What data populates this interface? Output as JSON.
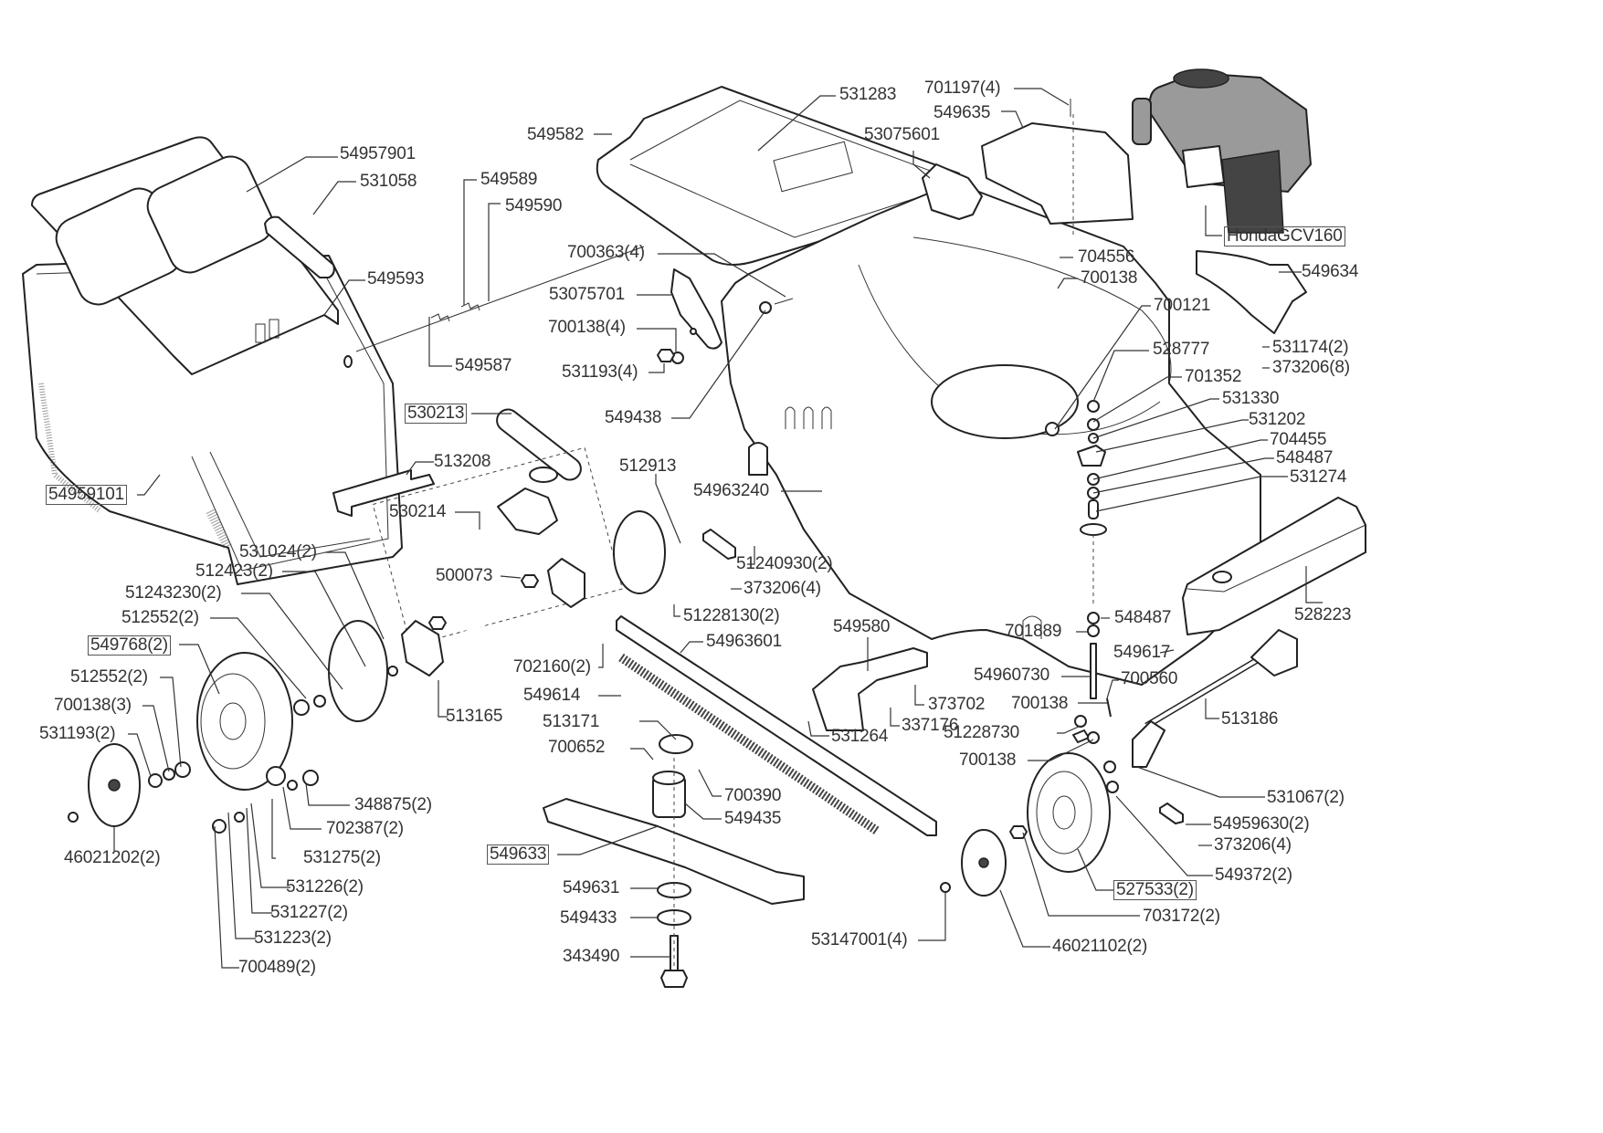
{
  "diagram": {
    "title": "Lawn mower exploded parts diagram",
    "engine_label": "HondaGCV160",
    "labels": {
      "grass_bag_top": "54957901",
      "handle_grip": "531058",
      "bag_frame": "549593",
      "grass_bag": "54959101",
      "rod_549589": "549589",
      "rod_549590": "549590",
      "rod_549587": "549587",
      "rear_flap": "549582",
      "decal": "531283",
      "bolt_701197": "701197(4)",
      "cover_549635": "549635",
      "bracket_53075601": "53075601",
      "bolt_700363": "700363(4)",
      "bracket_53075701": "53075701",
      "washer_700138_4": "700138(4)",
      "nut_531193_4": "531193(4)",
      "deck_549438": "549438",
      "belt_530213": "530213",
      "bar_513208": "513208",
      "gearbox_530214": "530214",
      "bolt_704556": "704556",
      "washer_700138_top": "700138",
      "nut_700121": "700121",
      "plate_549634": "549634",
      "cap_528777": "528777",
      "nut_531174": "531174(2)",
      "screw_373206_8": "373206(8)",
      "part_701352": "701352",
      "part_531330": "531330",
      "part_531202": "531202",
      "part_704455": "704455",
      "part_548487_top": "548487",
      "part_531274": "531274",
      "deck": "54963240",
      "disc_512913": "512913",
      "nut_500073": "500073",
      "plate_51240930": "51240930(2)",
      "screw_373206_4a": "373206(4)",
      "bolt_51228130": "51228130(2)",
      "bar_54963601": "54963601",
      "clip_702160": "702160(2)",
      "spring_549614": "549614",
      "bracket_513165": "513165",
      "washer_531024": "531024(2)",
      "disc_512423": "512423(2)",
      "bolt_51243230": "51243230(2)",
      "bush_512552_a": "512552(2)",
      "wheel_549768": "549768(2)",
      "bush_512552_b": "512552(2)",
      "washer_700138_3": "700138(3)",
      "nut_531193_2": "531193(2)",
      "hubcap_46021202": "46021202(2)",
      "part_348875": "348875(2)",
      "part_702387": "702387(2)",
      "gear_531275": "531275(2)",
      "key_531226": "531226(2)",
      "pin_531227": "531227(2)",
      "washer_531223": "531223(2)",
      "ring_700489": "700489(2)",
      "pulley_513171": "513171",
      "key_700652": "700652",
      "pin_700390": "700390",
      "spacer_549435": "549435",
      "blade_549633": "549633",
      "washer_549631": "549631",
      "washer_549433": "549433",
      "bolt_343490": "343490",
      "guard_549580": "549580",
      "screw_373702": "373702",
      "nut_337176": "337176",
      "bolt_531264": "531264",
      "cover_528223": "528223",
      "part_548487_bottom": "548487",
      "part_701889": "701889",
      "bolt_549617": "549617",
      "shaft_54960730": "54960730",
      "pin_700560": "700560",
      "washer_700138_mid": "700138",
      "bolt_51228730": "51228730",
      "washer_700138_low": "700138",
      "axle_513186": "513186",
      "bolt_531067": "531067(2)",
      "plate_54959630": "54959630(2)",
      "screw_373206_4b": "373206(4)",
      "washer_549372": "549372(2)",
      "wheel_527533": "527533(2)",
      "nut_703172": "703172(2)",
      "hubcap_46021102": "46021102(2)",
      "plug_53147001": "53147001(4)"
    }
  }
}
